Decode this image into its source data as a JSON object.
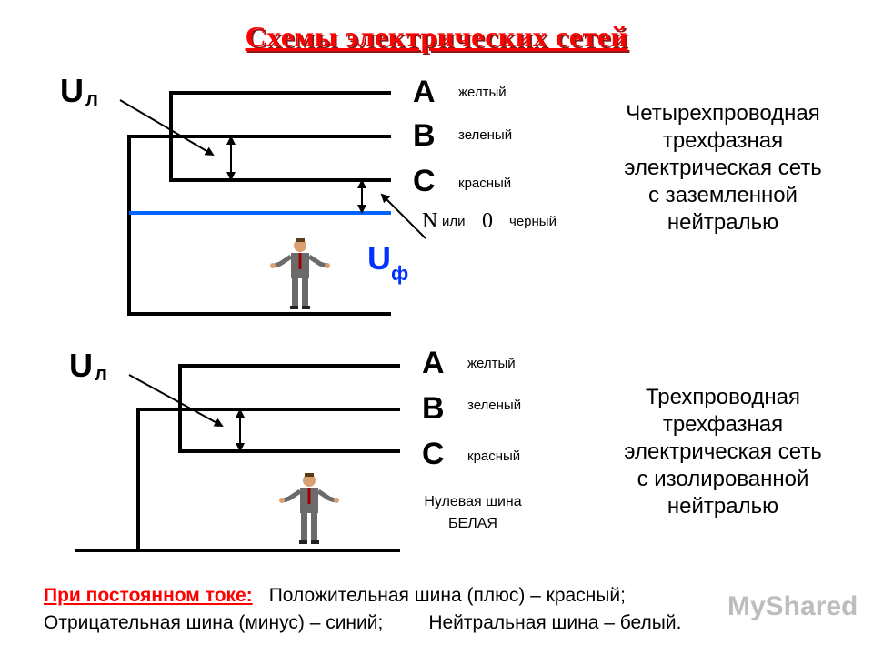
{
  "title": "Схемы электрических сетей",
  "top_scheme": {
    "phases": [
      {
        "letter": "A",
        "color": "желтый"
      },
      {
        "letter": "B",
        "color": "зеленый"
      },
      {
        "letter": "C",
        "color": "красный"
      }
    ],
    "neutral": {
      "n": "N",
      "or": "или",
      "zero": "0",
      "color": "черный",
      "line_color": "#0066ff"
    },
    "line_voltage": {
      "symbol": "U",
      "subscript": "л"
    },
    "phase_voltage": {
      "symbol": "U",
      "subscript": "ф"
    },
    "description": [
      "Четырехпроводная",
      "трехфазная",
      "электрическая сеть",
      "с заземленной",
      "нейтралью"
    ]
  },
  "bottom_scheme": {
    "phases": [
      {
        "letter": "A",
        "color": "желтый"
      },
      {
        "letter": "B",
        "color": "зеленый"
      },
      {
        "letter": "C",
        "color": "красный"
      }
    ],
    "line_voltage": {
      "symbol": "U",
      "subscript": "л"
    },
    "busbar_label": [
      "Нулевая шина",
      "БЕЛАЯ"
    ],
    "description": [
      "Трехпроводная",
      "трехфазная",
      "электрическая сеть",
      "с изолированной",
      "нейтралью"
    ]
  },
  "footer": {
    "dc_title": "При постоянном токе:",
    "positive": "Положительная шина (плюс) – красный;",
    "negative": "Отрицательная шина (минус) – синий;",
    "neutral": "Нейтральная шина – белый."
  },
  "watermark": "MyShared",
  "colors": {
    "title": "#ff0000",
    "neutral_line": "#0066ff",
    "phase_voltage": "#0033ff"
  }
}
